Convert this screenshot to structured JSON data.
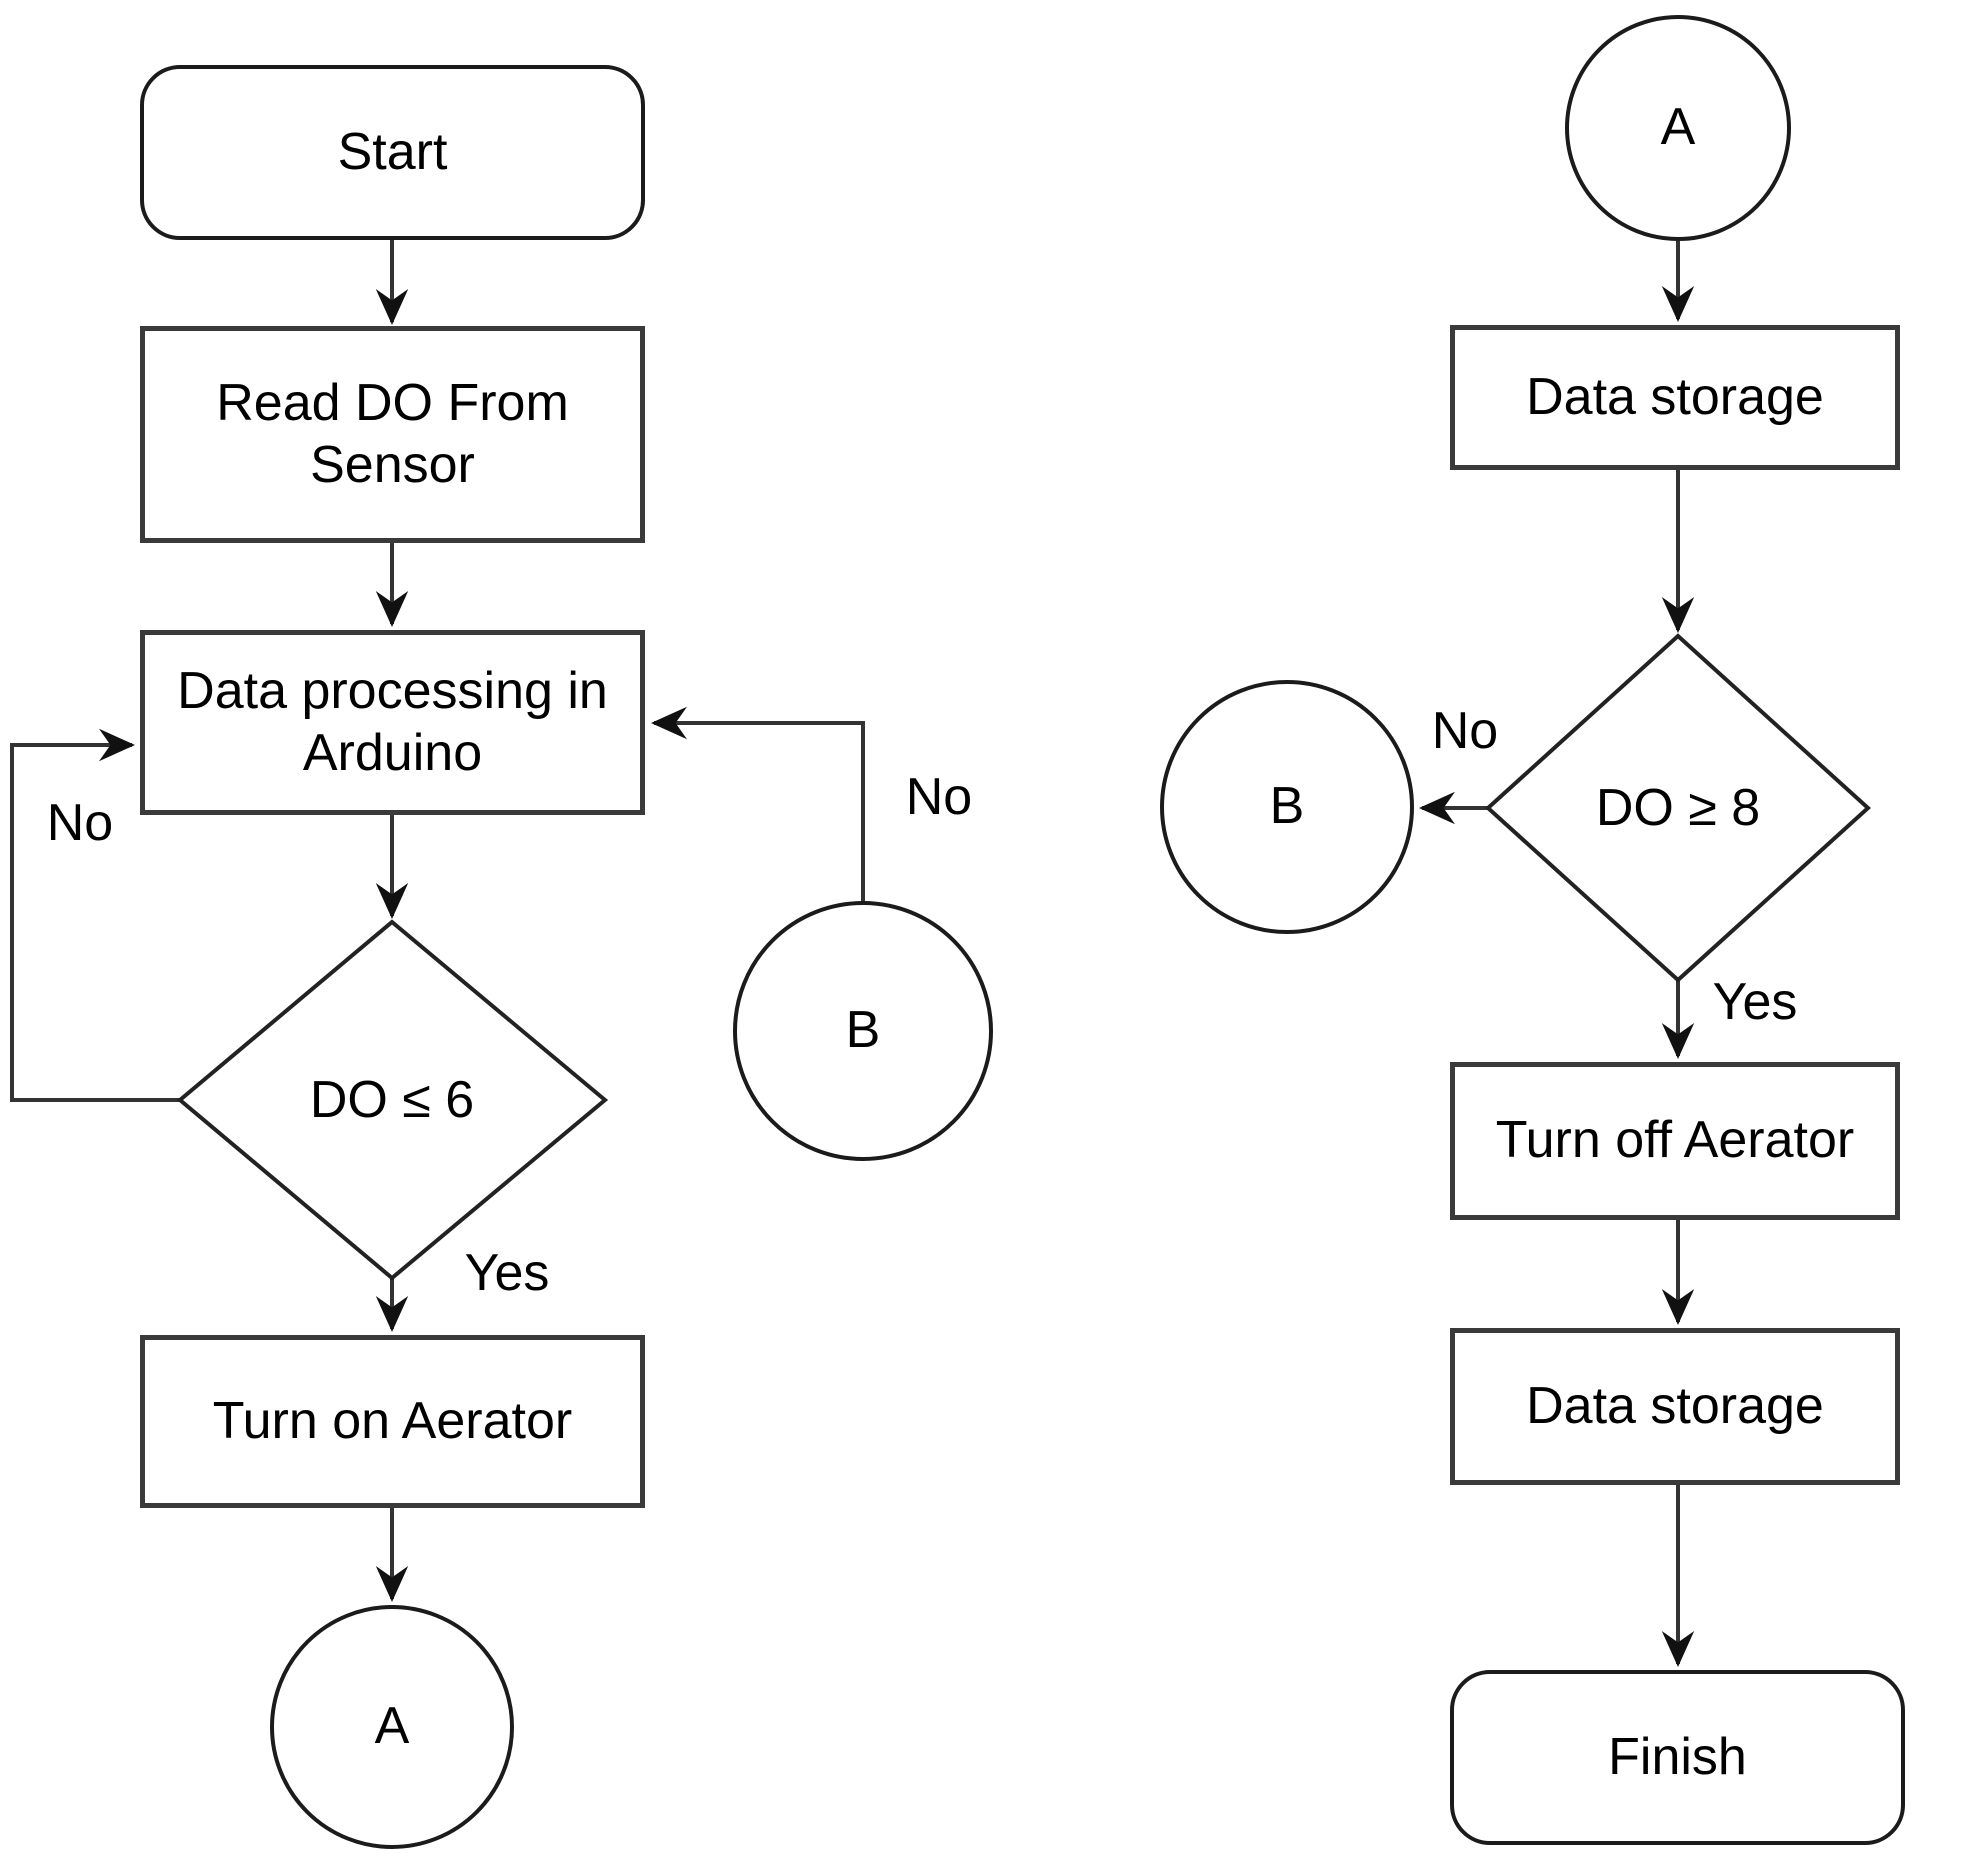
{
  "colors": {
    "background": "#ffffff",
    "connector_line": "#333333",
    "rect_border": "#3a3a3a",
    "shape_border": "#1b1b1b",
    "text": "#000000"
  },
  "left_flow": {
    "start_label": "Start",
    "read_do_label": "Read DO From\nSensor",
    "process_label": "Data processing in\nArduino",
    "loop_no_label": "No",
    "decision_label": "DO ≤ 6",
    "decision_yes_label": "Yes",
    "turn_on_label": "Turn on Aerator",
    "connector_a_label": "A",
    "connector_b_label": "B",
    "b_no_label": "No"
  },
  "right_flow": {
    "connector_a_label": "A",
    "data_storage_label": "Data storage",
    "decision_label": "DO ≥ 8",
    "decision_no_label": "No",
    "decision_yes_label": "Yes",
    "connector_b_label": "B",
    "turn_off_label": "Turn off Aerator",
    "data_storage_2_label": "Data storage",
    "finish_label": "Finish"
  }
}
